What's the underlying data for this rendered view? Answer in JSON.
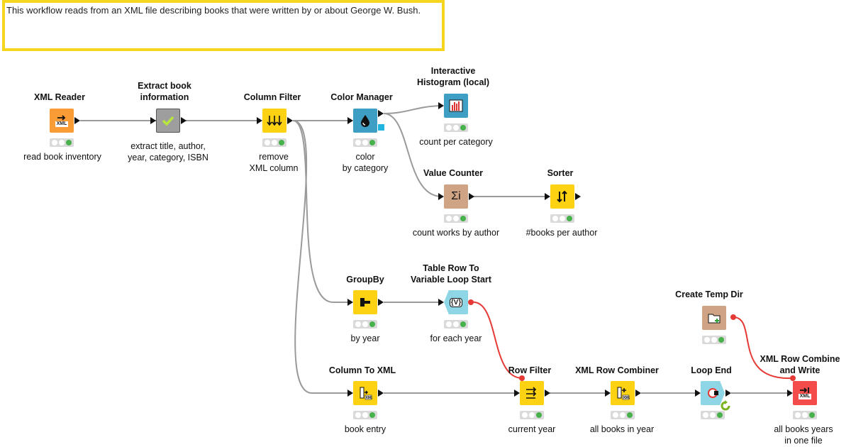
{
  "annotation": {
    "text": "This workflow reads from an XML file describing books that were written by or about George W. Bush."
  },
  "colors": {
    "io_orange": "#f99c36",
    "manipulator_yellow": "#fdd213",
    "viz_blue": "#3f9ec3",
    "other_tan": "#cfa484",
    "loop_cyan": "#8ed6e6",
    "writer_red": "#f44b4b",
    "metanode_gray": "#9e9e9e",
    "status_green": "#47b14b",
    "variable_edge": "#e53935",
    "edge_gray": "#9a9a9a",
    "annotation_border": "#f6d51e"
  },
  "nodes": {
    "xml_reader": {
      "title": "XML Reader",
      "label": "read book inventory",
      "icon": "xml-reader-icon",
      "icon_text": "XML"
    },
    "extract_info": {
      "title": "Extract book\ninformation",
      "label": "extract title, author,\nyear, category, ISBN",
      "icon": "checkmark-icon"
    },
    "column_filter": {
      "title": "Column Filter",
      "label": "remove\nXML column",
      "icon": "column-filter-icon"
    },
    "color_manager": {
      "title": "Color Manager",
      "label": "color\nby category",
      "icon": "droplet-icon"
    },
    "histogram": {
      "title": "Interactive\nHistogram (local)",
      "label": "count per category",
      "icon": "histogram-icon"
    },
    "value_counter": {
      "title": "Value Counter",
      "label": "count works by author",
      "icon": "sigma-icon",
      "icon_text": "Σi"
    },
    "sorter": {
      "title": "Sorter",
      "label": "#books per author",
      "icon": "sort-icon"
    },
    "groupby": {
      "title": "GroupBy",
      "label": "by year",
      "icon": "groupby-icon"
    },
    "loop_start": {
      "title": "Table Row To\nVariable Loop Start",
      "label": "for each year",
      "icon": "loop-start-icon",
      "icon_text": "{V}"
    },
    "create_temp": {
      "title": "Create Temp Dir",
      "label": "",
      "icon": "folder-plus-icon"
    },
    "column_to_xml": {
      "title": "Column To XML",
      "label": "book entry",
      "icon": "column-to-xml-icon",
      "icon_text": "XML"
    },
    "row_filter": {
      "title": "Row Filter",
      "label": "current year",
      "icon": "row-filter-icon"
    },
    "xml_row_combiner": {
      "title": "XML Row Combiner",
      "label": "all books in year",
      "icon": "xml-combiner-icon",
      "icon_text": "XML"
    },
    "loop_end": {
      "title": "Loop End",
      "label": "",
      "icon": "loop-end-icon"
    },
    "xml_row_combine_write": {
      "title": "XML Row Combine\nand Write",
      "label": "all books years\nin one file",
      "icon": "xml-writer-icon",
      "icon_text": "XML"
    }
  }
}
